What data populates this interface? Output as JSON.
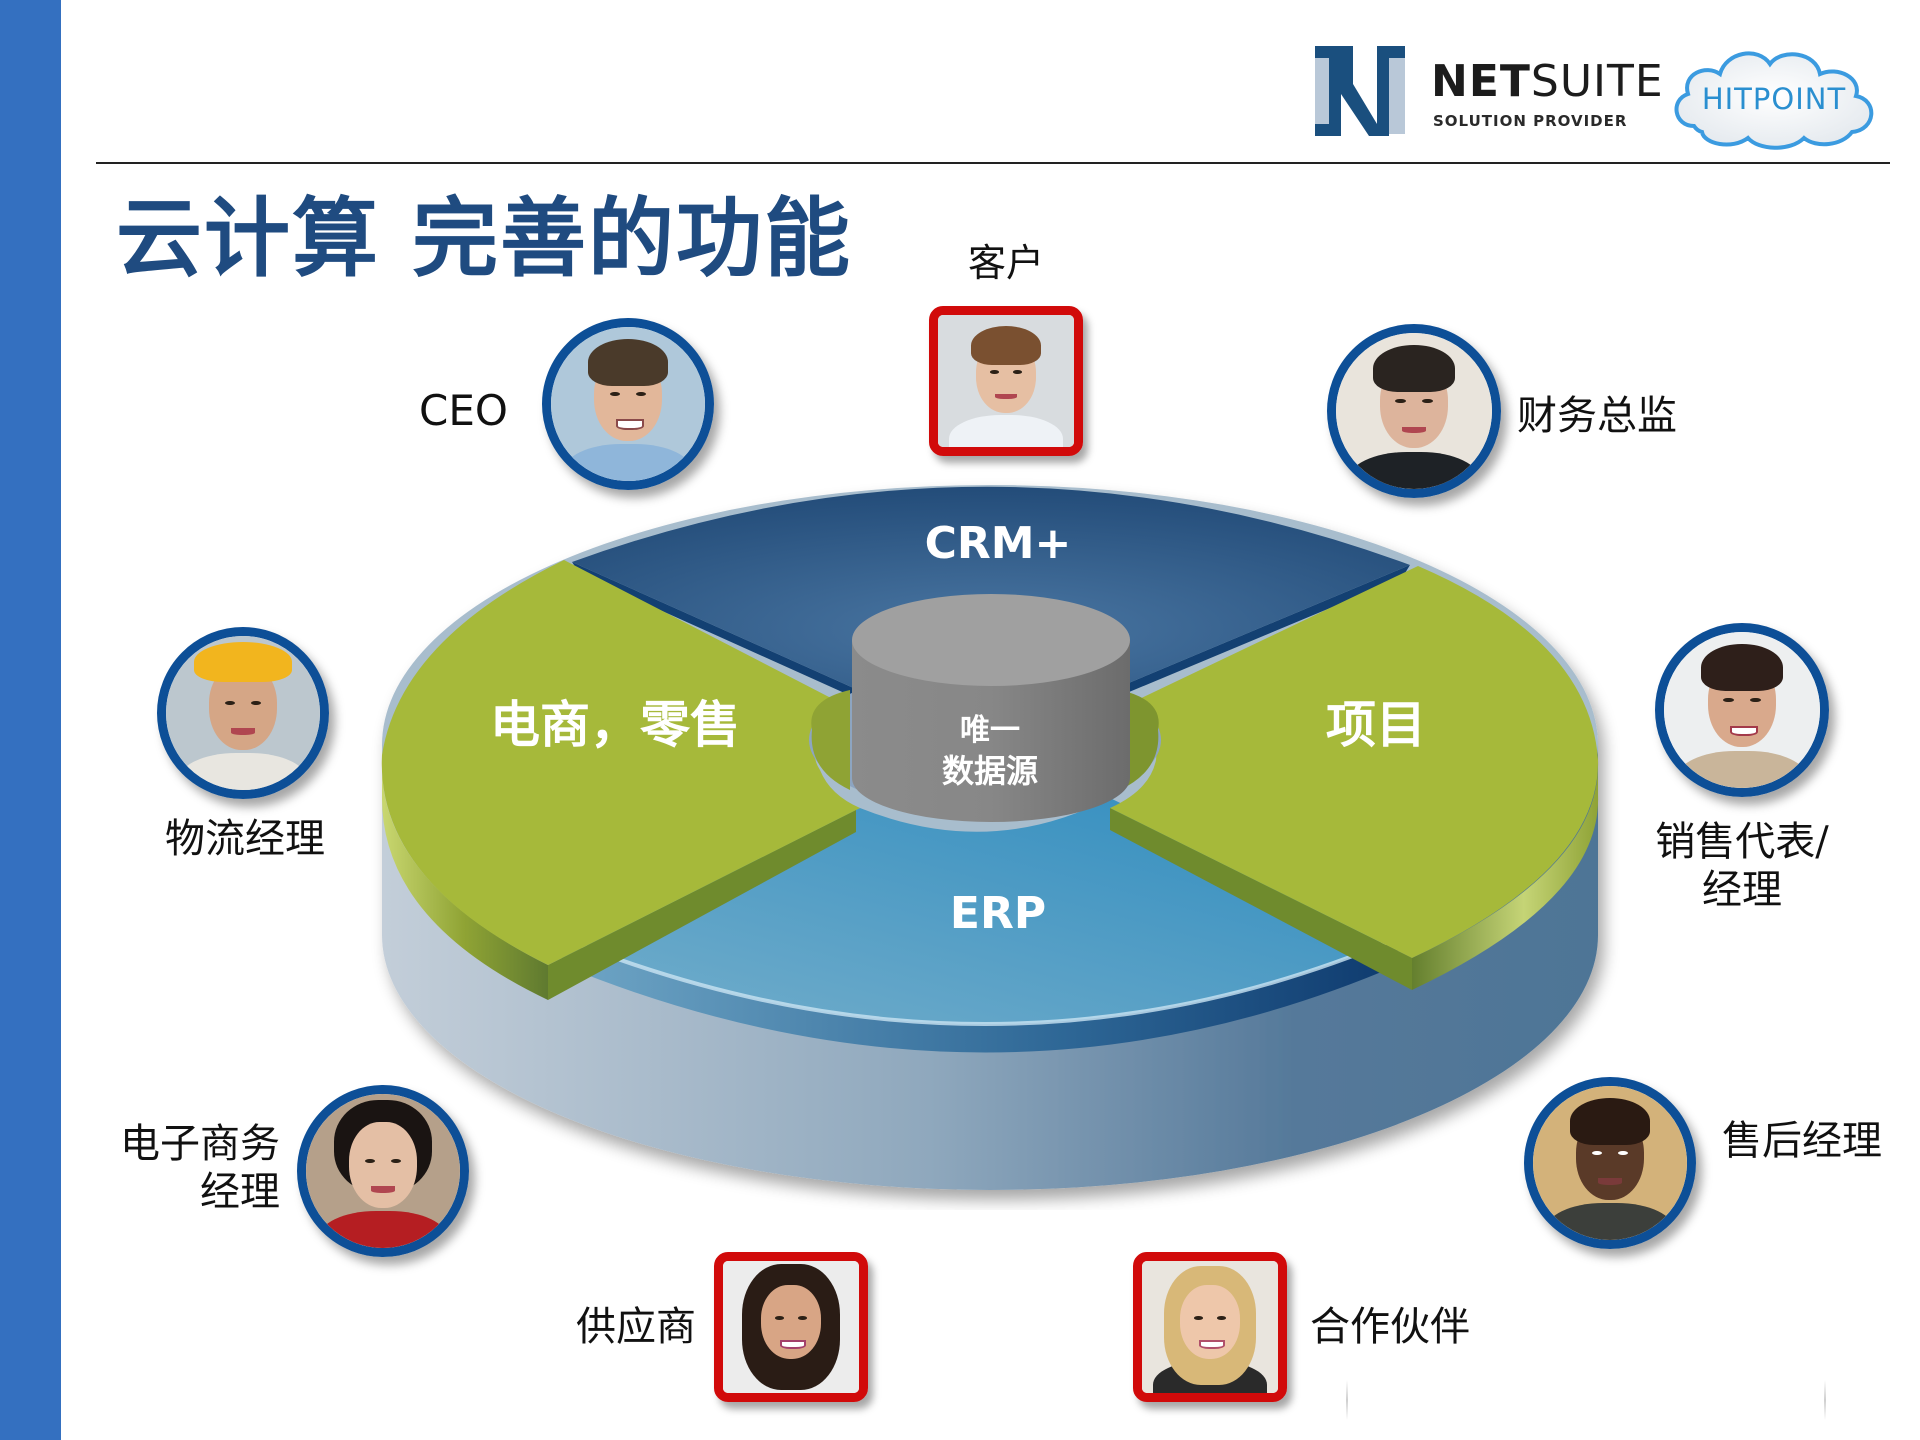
{
  "slide": {
    "title": "云计算 完善的功能",
    "accent_color": "#3470C0",
    "title_color": "#1F4B80"
  },
  "logos": {
    "netsuite": {
      "word_bold": "NET",
      "word_light": "SUITE",
      "subtitle": "SOLUTION PROVIDER",
      "color": "#1A4F7E"
    },
    "hitpoint": {
      "text": "HITPOINT",
      "color": "#2A8FD0"
    }
  },
  "diagram": {
    "center": {
      "line1": "唯一",
      "line2": "数据源",
      "color": "#8A8A8A"
    },
    "segments": [
      {
        "id": "crm",
        "label": "CRM+",
        "color": "#2F5F8C"
      },
      {
        "id": "ecommerce",
        "label": "电商，零售",
        "color": "#A6B93A"
      },
      {
        "id": "projects",
        "label": "项目",
        "color": "#A6B93A"
      },
      {
        "id": "erp",
        "label": "ERP",
        "color": "#4A9AC2"
      }
    ]
  },
  "people": [
    {
      "id": "ceo",
      "label": "CEO",
      "frame": "round"
    },
    {
      "id": "customer",
      "label": "客户",
      "frame": "square"
    },
    {
      "id": "cfo",
      "label": "财务总监",
      "frame": "round"
    },
    {
      "id": "logistics",
      "label": "物流经理",
      "frame": "round"
    },
    {
      "id": "sales",
      "label_line1": "销售代表/",
      "label_line2": "经理",
      "frame": "round"
    },
    {
      "id": "ecommerce-manager",
      "label_line1": "电子商务",
      "label_line2": "经理",
      "frame": "round"
    },
    {
      "id": "after-sales",
      "label": "售后经理",
      "frame": "round"
    },
    {
      "id": "supplier",
      "label": "供应商",
      "frame": "square"
    },
    {
      "id": "partner",
      "label": "合作伙伴",
      "frame": "square"
    }
  ]
}
